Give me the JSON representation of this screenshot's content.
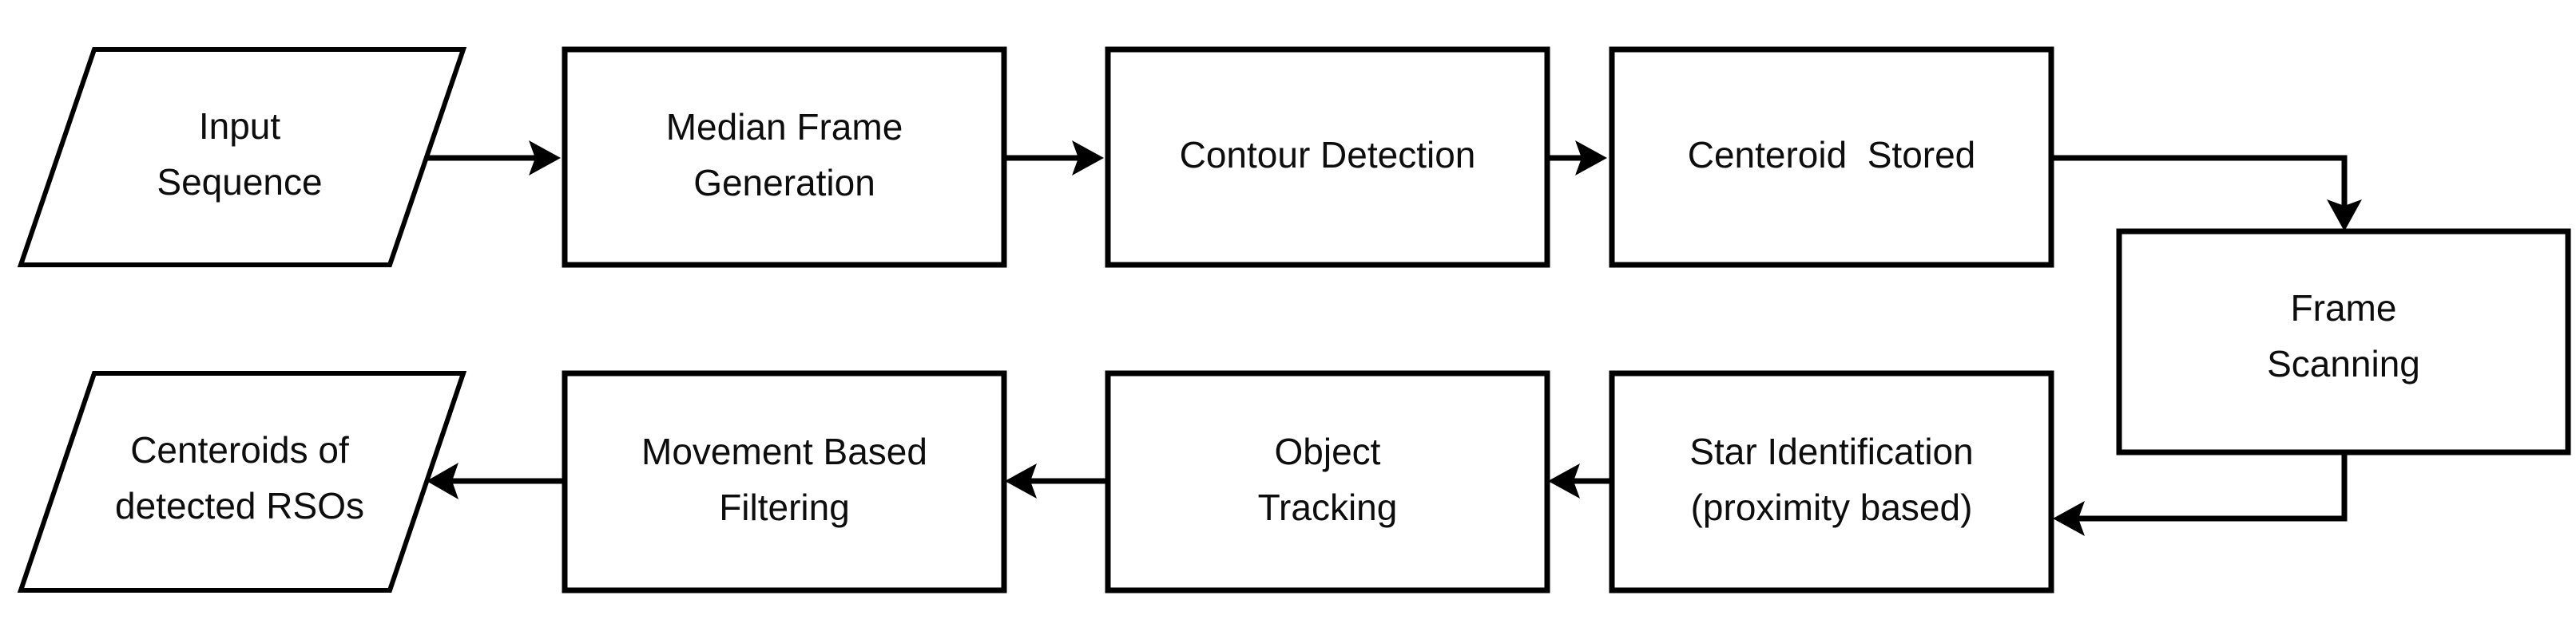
{
  "diagram": {
    "type": "flowchart",
    "title": "RSO detection pipeline flowchart",
    "background_color": "#ffffff",
    "line_color": "#000000",
    "text_color": "#0d0d0d",
    "nodes": [
      {
        "id": "input-sequence",
        "shape": "parallelogram",
        "line1": "Input",
        "line2": "Sequence"
      },
      {
        "id": "median-frame-generation",
        "shape": "rectangle",
        "line1": "Median Frame",
        "line2": "Generation"
      },
      {
        "id": "contour-detection",
        "shape": "rectangle",
        "line1": "Contour Detection",
        "line2": ""
      },
      {
        "id": "centeroid-stored",
        "shape": "rectangle",
        "line1": "Centeroid  Stored",
        "line2": ""
      },
      {
        "id": "frame-scanning",
        "shape": "rectangle",
        "line1": "Frame",
        "line2": "Scanning"
      },
      {
        "id": "star-identification",
        "shape": "rectangle",
        "line1": "Star Identification",
        "line2": "(proximity based)"
      },
      {
        "id": "object-tracking",
        "shape": "rectangle",
        "line1": "Object",
        "line2": "Tracking"
      },
      {
        "id": "movement-based-filtering",
        "shape": "rectangle",
        "line1": "Movement Based",
        "line2": "Filtering"
      },
      {
        "id": "centeroids-of-detected-rsos",
        "shape": "parallelogram",
        "line1": "Centeroids of",
        "line2": "detected RSOs"
      }
    ],
    "edges": [
      {
        "id": "e1",
        "from": "input-sequence",
        "to": "median-frame-generation",
        "direction": "right"
      },
      {
        "id": "e2",
        "from": "median-frame-generation",
        "to": "contour-detection",
        "direction": "right"
      },
      {
        "id": "e3",
        "from": "contour-detection",
        "to": "centeroid-stored",
        "direction": "right"
      },
      {
        "id": "e4",
        "from": "centeroid-stored",
        "to": "frame-scanning",
        "direction": "right-then-down"
      },
      {
        "id": "e5",
        "from": "frame-scanning",
        "to": "star-identification",
        "direction": "down-then-left"
      },
      {
        "id": "e6",
        "from": "star-identification",
        "to": "object-tracking",
        "direction": "left"
      },
      {
        "id": "e7",
        "from": "object-tracking",
        "to": "movement-based-filtering",
        "direction": "left"
      },
      {
        "id": "e8",
        "from": "movement-based-filtering",
        "to": "centeroids-of-detected-rsos",
        "direction": "left"
      }
    ]
  }
}
